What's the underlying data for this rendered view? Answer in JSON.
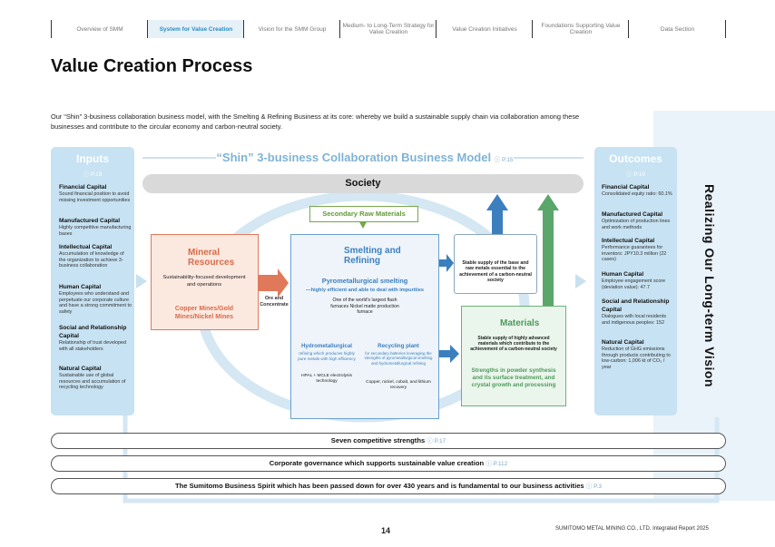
{
  "nav": {
    "items": [
      "Overview of SMM",
      "System for Value Creation",
      "Vision for the SMM Group",
      "Medium- to Long-Term Strategy for Value Creation",
      "Value Creation Initiatives",
      "Foundations Supporting Value Creation",
      "Data Section"
    ],
    "active": "System for Value Creation"
  },
  "page_title": "Value Creation Process",
  "intro": "Our “Shin” 3-business collaboration business model, with the Smelting & Refining Business at its core: whereby we build a sustainable supply chain via collaboration among these businesses and contribute to the circular economy and carbon-neutral society.",
  "vision": "Realizing Our Long-term Vision",
  "inputs": {
    "title": "Inputs",
    "ref": "P.19",
    "capitals": [
      {
        "name": "Financial Capital",
        "desc": "Sound financial position to avoid missing investment opportunities"
      },
      {
        "name": "Manufactured Capital",
        "desc": "Highly competitive manufacturing bases"
      },
      {
        "name": "Intellectual Capital",
        "desc": "Accumulation of knowledge of the organization to achieve 3-business collaboration"
      },
      {
        "name": "Human Capital",
        "desc": "Employees who understand and perpetuate our corporate culture and have a strong commitment to safety"
      },
      {
        "name": "Social and Relationship Capital",
        "desc": "Relationship of trust developed with all stakeholders"
      },
      {
        "name": "Natural Capital",
        "desc": "Sustainable use of global resources and accumulation of recycling technology"
      }
    ]
  },
  "outcomes": {
    "title": "Outcomes",
    "ref": "P.19",
    "capitals": [
      {
        "name": "Financial Capital",
        "desc": "Consolidated equity ratio: 60.1%"
      },
      {
        "name": "Manufactured Capital",
        "desc": "Optimization of production lines and work methods"
      },
      {
        "name": "Intellectual Capital",
        "desc": "Performance guarantees for inventors: JPY10.3 million (22 cases)"
      },
      {
        "name": "Human Capital",
        "desc": "Employee engagement score (deviation value): 47.7"
      },
      {
        "name": "Social and Relationship Capital",
        "desc": "Dialogues with local residents and indigenous peoples: 152"
      },
      {
        "name": "Natural Capital",
        "desc": "Reduction of GHG emissions through products contributing to low-carbon: 1,006 kt of CO₂ / year"
      }
    ]
  },
  "model": {
    "title": "“Shin” 3-business Collaboration Business Model",
    "ref": "P.15",
    "society": "Society",
    "secondary": "Secondary Raw Materials",
    "mineral": {
      "title": "Mineral Resources",
      "desc": "Sustainability-focused development and operations",
      "products": "Copper Mines/Gold Mines/Nickel Mines"
    },
    "ore_label": "Ore and Concentrate",
    "smelting": {
      "title": "Smelting and Refining",
      "pyro_title": "Pyrometallurgical smelting",
      "pyro_sub": "—highly efficient and able to deal with impurities",
      "pyro_desc": "One of the world's largest flash furnaces Nickel matte production furnace",
      "hydro_title": "Hydrometallurgical",
      "hydro_sub": "refining which produces highly pure metals with high efficiency",
      "hydro_desc": "HPAL + MCLE electrolysis technology",
      "recyc_title": "Recycling plant",
      "recyc_sub": "for secondary batteries leveraging the strengths of pyrometallurgical smelting and hydrometallurgical refining",
      "recyc_desc": "Copper, nickel, cobalt, and lithium recovery"
    },
    "supply": "Stable supply of the base and raw metals essential to the achievement of a carbon-neutral society",
    "materials": {
      "title": "Materials",
      "desc": "Stable supply of highly advanced materials which contribute to the achievement of a carbon-neutral society",
      "strength": "Strengths in powder synthesis and its surface treatment, and crystal growth and processing"
    }
  },
  "bars": [
    {
      "text": "Seven competitive strengths",
      "ref": "P.17"
    },
    {
      "text": "Corporate governance which supports sustainable value creation",
      "ref": "P.112"
    },
    {
      "text": "The Sumitomo Business Spirit which has been passed down for over 430 years and is fundamental to our business activities",
      "ref": "P.3"
    }
  ],
  "footer": {
    "page": "14",
    "report": "SUMITOMO METAL MINING CO., LTD.  Integrated Report 2025"
  },
  "colors": {
    "accent_blue": "#2a8bc4",
    "panel_blue": "#c7e2f2",
    "mineral": "#e0795a",
    "materials": "#6bb277",
    "srm_green": "#75a84c"
  }
}
